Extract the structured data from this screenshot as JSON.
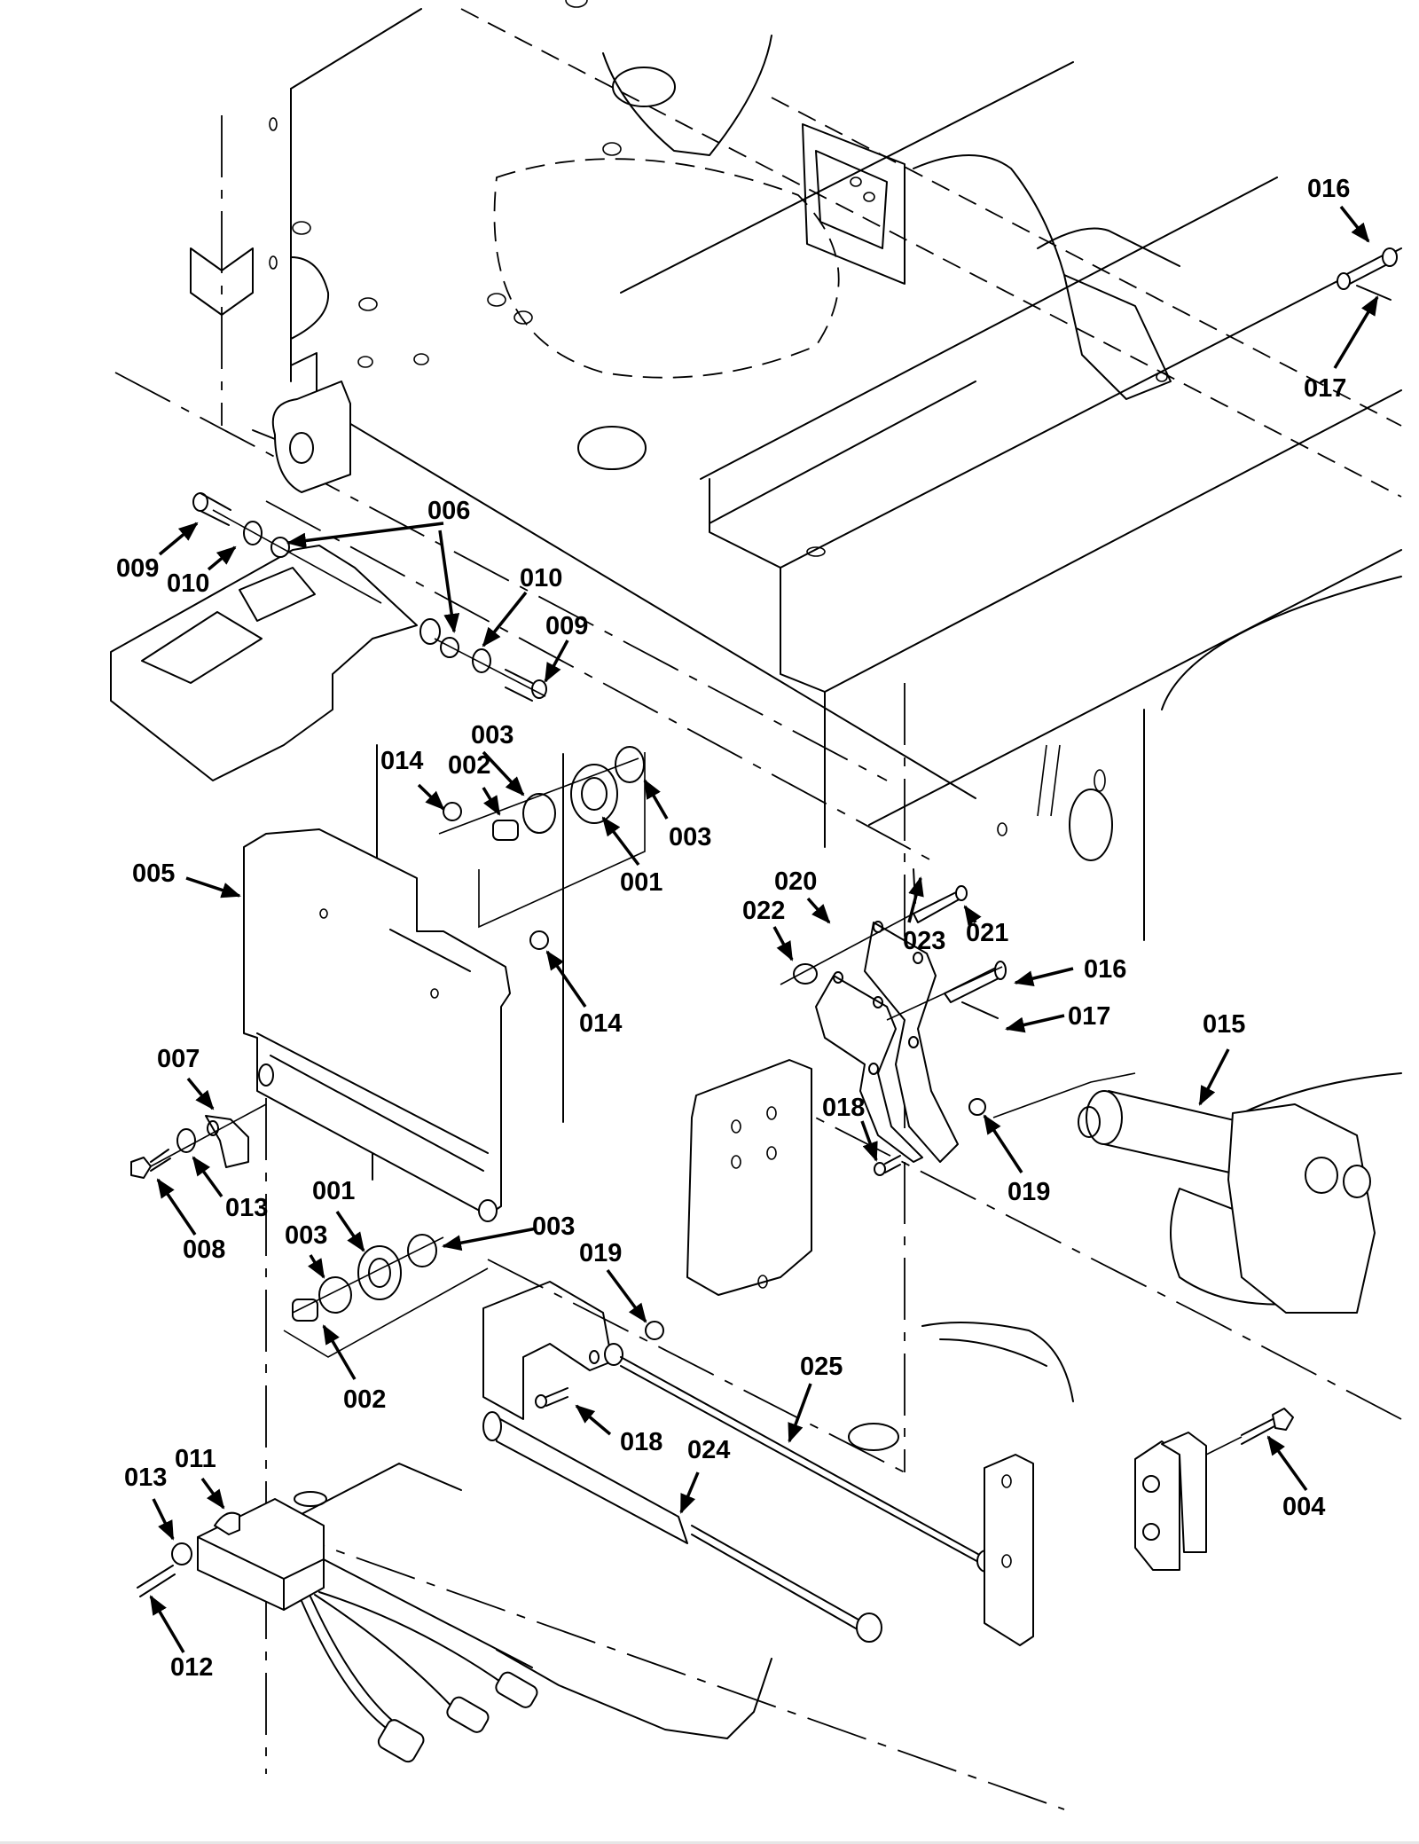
{
  "figure": {
    "type": "exploded-parts-diagram",
    "subject": "Actuator and lift assembly mounting",
    "callouts": [
      {
        "id": "c-016-top",
        "number": "016",
        "part": "clevis-pin"
      },
      {
        "id": "c-017-top",
        "number": "017",
        "part": "cotter-pin"
      },
      {
        "id": "c-006",
        "number": "006",
        "part": "bushing"
      },
      {
        "id": "c-009-left",
        "number": "009",
        "part": "cap-screw"
      },
      {
        "id": "c-010-left",
        "number": "010",
        "part": "washer"
      },
      {
        "id": "c-010-right",
        "number": "010",
        "part": "washer"
      },
      {
        "id": "c-009-right",
        "number": "009",
        "part": "cap-screw"
      },
      {
        "id": "c-014-top",
        "number": "014",
        "part": "lock-nut"
      },
      {
        "id": "c-003-top",
        "number": "003",
        "part": "washer"
      },
      {
        "id": "c-002-top",
        "number": "002",
        "part": "spacer"
      },
      {
        "id": "c-003-right",
        "number": "003",
        "part": "bushing-flange"
      },
      {
        "id": "c-001-top",
        "number": "001",
        "part": "pulley"
      },
      {
        "id": "c-005",
        "number": "005",
        "part": "mounting-bracket"
      },
      {
        "id": "c-014-lower",
        "number": "014",
        "part": "lock-nut"
      },
      {
        "id": "c-020",
        "number": "020",
        "part": "lever-plate"
      },
      {
        "id": "c-022",
        "number": "022",
        "part": "washer"
      },
      {
        "id": "c-023",
        "number": "023",
        "part": "cotter-pin"
      },
      {
        "id": "c-021",
        "number": "021",
        "part": "clevis-pin"
      },
      {
        "id": "c-016-mid",
        "number": "016",
        "part": "clevis-pin"
      },
      {
        "id": "c-017-mid",
        "number": "017",
        "part": "cotter-pin"
      },
      {
        "id": "c-015",
        "number": "015",
        "part": "linear-actuator"
      },
      {
        "id": "c-007",
        "number": "007",
        "part": "cable-clamp"
      },
      {
        "id": "c-013-mid",
        "number": "013",
        "part": "washer"
      },
      {
        "id": "c-008",
        "number": "008",
        "part": "hex-bolt"
      },
      {
        "id": "c-018-mid",
        "number": "018",
        "part": "ball-stud"
      },
      {
        "id": "c-019-right",
        "number": "019",
        "part": "lock-nut"
      },
      {
        "id": "c-001-lower",
        "number": "001",
        "part": "pulley"
      },
      {
        "id": "c-003-lower-left",
        "number": "003",
        "part": "washer"
      },
      {
        "id": "c-003-lower-right",
        "number": "003",
        "part": "bushing-flange"
      },
      {
        "id": "c-002-lower",
        "number": "002",
        "part": "spacer"
      },
      {
        "id": "c-019-lower",
        "number": "019",
        "part": "lock-nut"
      },
      {
        "id": "c-025",
        "number": "025",
        "part": "cable"
      },
      {
        "id": "c-018-lower",
        "number": "018",
        "part": "ball-stud"
      },
      {
        "id": "c-024",
        "number": "024",
        "part": "gas-spring"
      },
      {
        "id": "c-004",
        "number": "004",
        "part": "hex-bolt"
      },
      {
        "id": "c-011",
        "number": "011",
        "part": "switch-module"
      },
      {
        "id": "c-013-lower",
        "number": "013",
        "part": "washer"
      },
      {
        "id": "c-012",
        "number": "012",
        "part": "screw"
      }
    ]
  }
}
